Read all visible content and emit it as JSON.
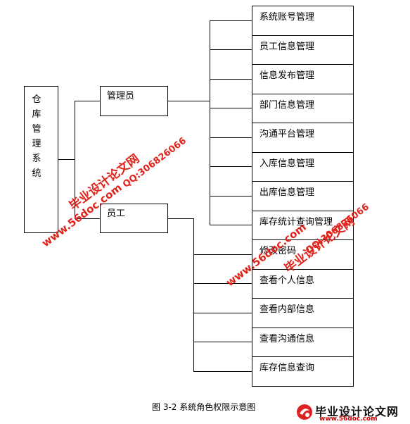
{
  "diagram": {
    "root": "仓库管理系统",
    "roles": [
      {
        "label": "管理员"
      },
      {
        "label": "员工"
      }
    ],
    "items": [
      "系统账号管理",
      "员工信息管理",
      "信息发布管理",
      "部门信息管理",
      "沟通平台管理",
      "入库信息管理",
      "出库信息管理",
      "库存统计查询管理",
      "修改密码",
      "查看个人信息",
      "查看内部信息",
      "查看沟通信息",
      "库存信息查询"
    ],
    "caption": "图 3-2 系统角色权限示意图"
  },
  "watermarks": {
    "site_name": "毕业设计论文网",
    "url": "www.56doc.com",
    "qq": "QQ:306826066"
  },
  "logo": {
    "name": "毕业设计论文网",
    "url": "www.56doc.com"
  }
}
